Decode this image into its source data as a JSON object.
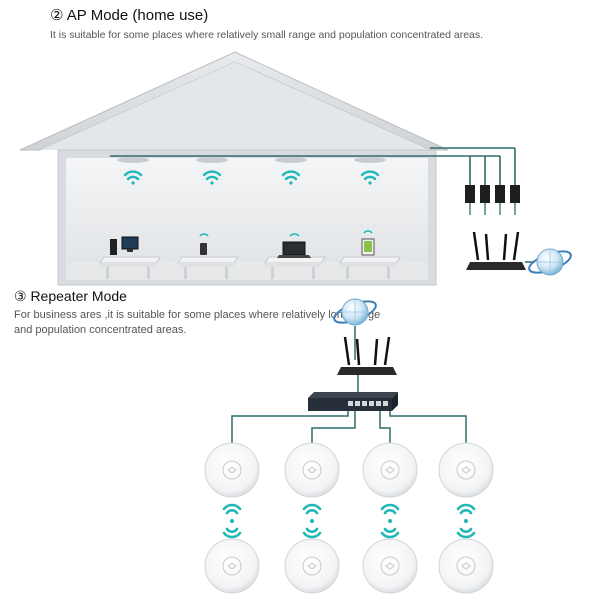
{
  "ap_mode": {
    "title": "② AP Mode (home use)",
    "description": "It is suitable for some places where relatively small range and population concentrated areas."
  },
  "repeater_mode": {
    "title": "③  Repeater Mode",
    "description_line1": "For business ares ,it is suitable for some places where relatively long range",
    "description_line2": "and population concentrated areas."
  },
  "colors": {
    "cable": "#2e6e6a",
    "wifi": "#1fb7b7",
    "room_wall": "#c9ccd0"
  }
}
